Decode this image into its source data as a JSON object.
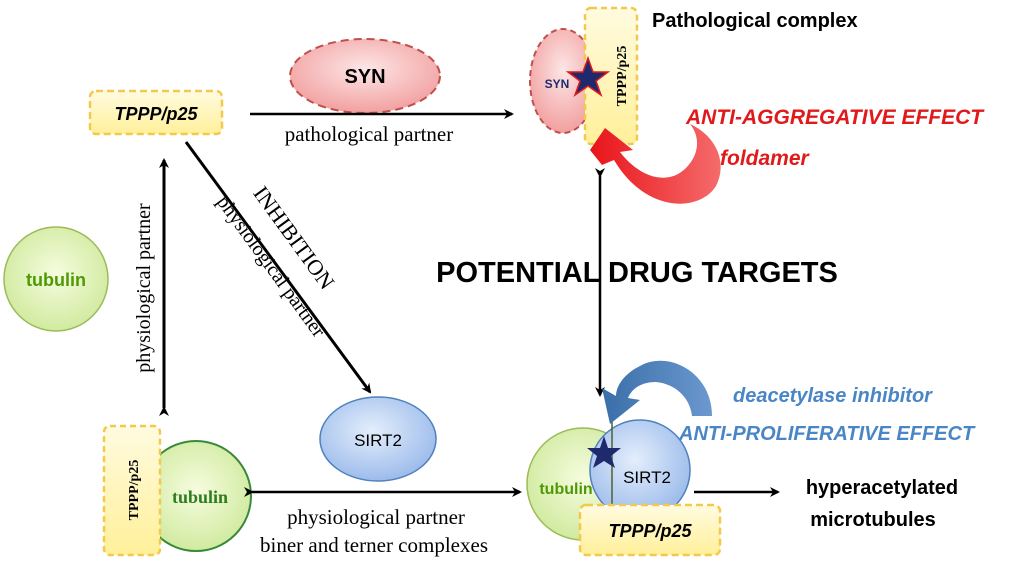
{
  "colors": {
    "syn_fill": "#f7b9b9",
    "syn_stroke": "#c0504d",
    "tppp_fill": "#fff3a3",
    "tppp_stroke": "#f2c94c",
    "tubulin_fill": "#e2f5b8",
    "tubulin_stroke": "#9bbb59",
    "tubulin_text": "#4e9a06",
    "sirt2_fill": "#b8d0f4",
    "sirt2_stroke": "#4f81bd",
    "anti_aggregative": "#e0191b",
    "anti_proliferative": "#4a86c6",
    "arrow": "#000000",
    "star": "#1f2a6e"
  },
  "labels": {
    "pathological_complex": "Pathological complex",
    "syn_large": "SYN",
    "syn_small": "SYN",
    "tppp_topleft": "TPPP/p25",
    "tppp_complex_vertical": "TPPP/p25",
    "tppp_bottomleft_vertical": "TPPP/p25",
    "tppp_bottomright": "TPPP/p25",
    "pathological_partner": "pathological partner",
    "anti_aggregative_effect": "ANTI-AGGREGATIVE EFFECT",
    "foldamer": "foldamer",
    "tubulin_left": "tubulin",
    "physiological_partner_vertical": "physiological partner",
    "inhibition": "INHIBITION",
    "physiological_partner_diagonal": "physiological partner",
    "potential_drug_targets": "POTENTIAL DRUG TARGETS",
    "sirt2_middle": "SIRT2",
    "tubulin_bottomleft": "tubulin",
    "physiological_partner_bottom": "physiological partner",
    "biner_terner": "biner and terner complexes",
    "tubulin_bottomright": "tubulin",
    "sirt2_bottomright": "SIRT2",
    "deacetylase_inhibitor": "deacetylase inhibitor",
    "anti_proliferative_effect": "ANTI-PROLIFERATIVE EFFECT",
    "hyperacetylated": "hyperacetylated",
    "microtubules": "microtubules"
  }
}
